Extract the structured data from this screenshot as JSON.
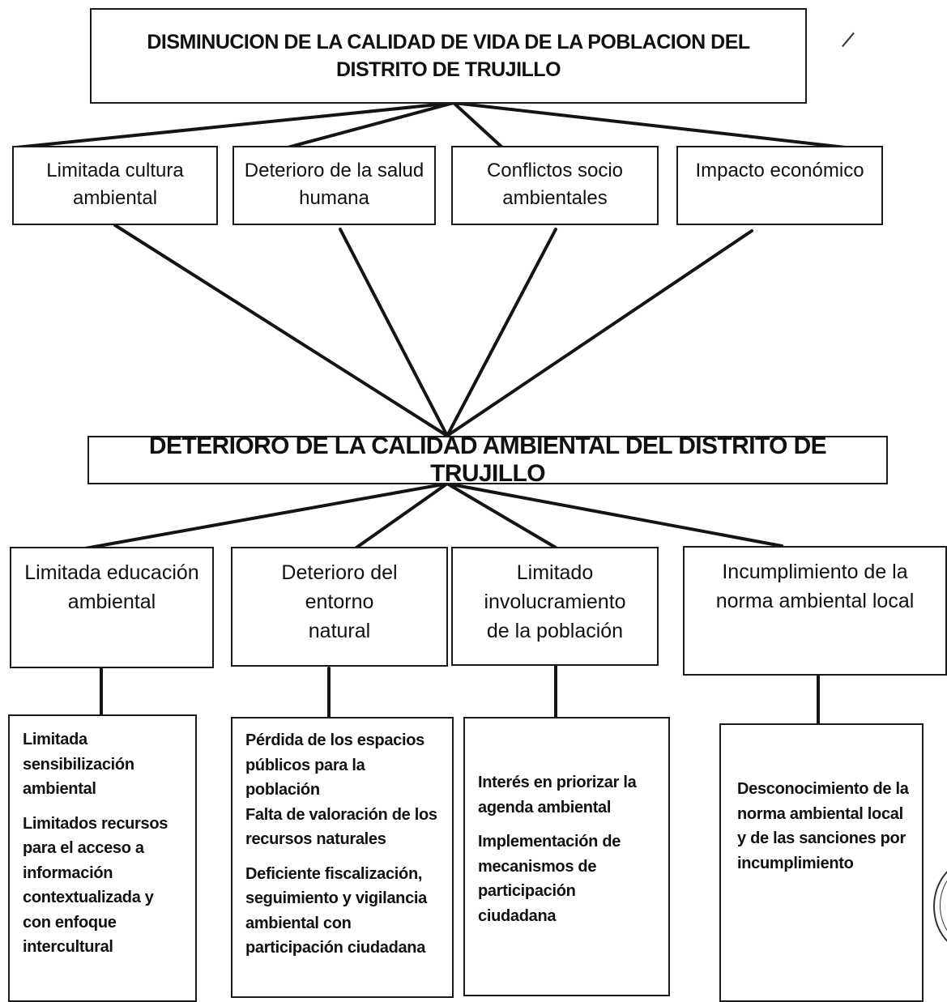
{
  "diagram": {
    "top_effect": "DISMINUCION DE LA CALIDAD DE VIDA DE LA POBLACION DEL DISTRITO DE TRUJILLO",
    "effects": [
      "Limitada cultura ambiental",
      "Deterioro de la salud humana",
      "Conflictos socio ambientales",
      "Impacto económico"
    ],
    "central_problem": "DETERIORO DE LA CALIDAD AMBIENTAL DEL DISTRITO DE TRUJILLO",
    "causes": [
      "Limitada educación ambiental",
      "Deterioro del entorno natural",
      "Limitado involucramiento de la población",
      "Incumplimiento de la norma ambiental local"
    ],
    "sub_causes": [
      [
        "Limitada sensibilización ambiental",
        "Limitados recursos para el acceso a información contextualizada y con enfoque intercultural"
      ],
      [
        "Pérdida de los espacios públicos para la población",
        "Falta de valoración de los recursos naturales",
        "Deficiente fiscalización, seguimiento y vigilancia ambiental con participación ciudadana"
      ],
      [
        "Interés en priorizar la agenda ambiental",
        "Implementación de mecanismos de participación ciudadana"
      ],
      [
        "Desconocimiento de la norma ambiental local y de las sanciones por incumplimiento"
      ]
    ]
  }
}
